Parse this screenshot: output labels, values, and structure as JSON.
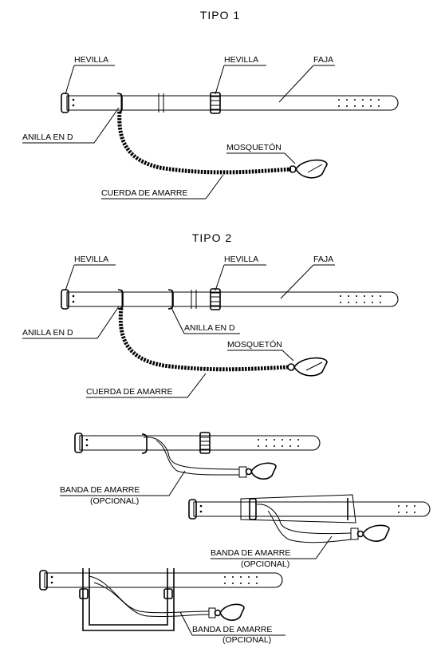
{
  "tipo1": {
    "title": "TIPO 1",
    "hevilla_left": "HEVILLA",
    "hevilla_right": "HEVILLA",
    "faja": "FAJA",
    "anilla": "ANILLA EN D",
    "mosqueton": "MOSQUETÓN",
    "cuerda": "CUERDA DE AMARRE"
  },
  "tipo2": {
    "title": "TIPO 2",
    "hevilla_left": "HEVILLA",
    "hevilla_right": "HEVILLA",
    "faja": "FAJA",
    "anilla_left": "ANILLA EN D",
    "anilla_right": "ANILLA EN D",
    "mosqueton": "MOSQUETÓN",
    "cuerda": "CUERDA DE AMARRE"
  },
  "bandas": [
    {
      "line1": "BANDA DE AMARRE",
      "line2": "(OPCIONAL)"
    },
    {
      "line1": "BANDA DE AMARRE",
      "line2": "(OPCIONAL)"
    },
    {
      "line1": "BANDA DE AMARRE",
      "line2": "(OPCIONAL)"
    }
  ]
}
